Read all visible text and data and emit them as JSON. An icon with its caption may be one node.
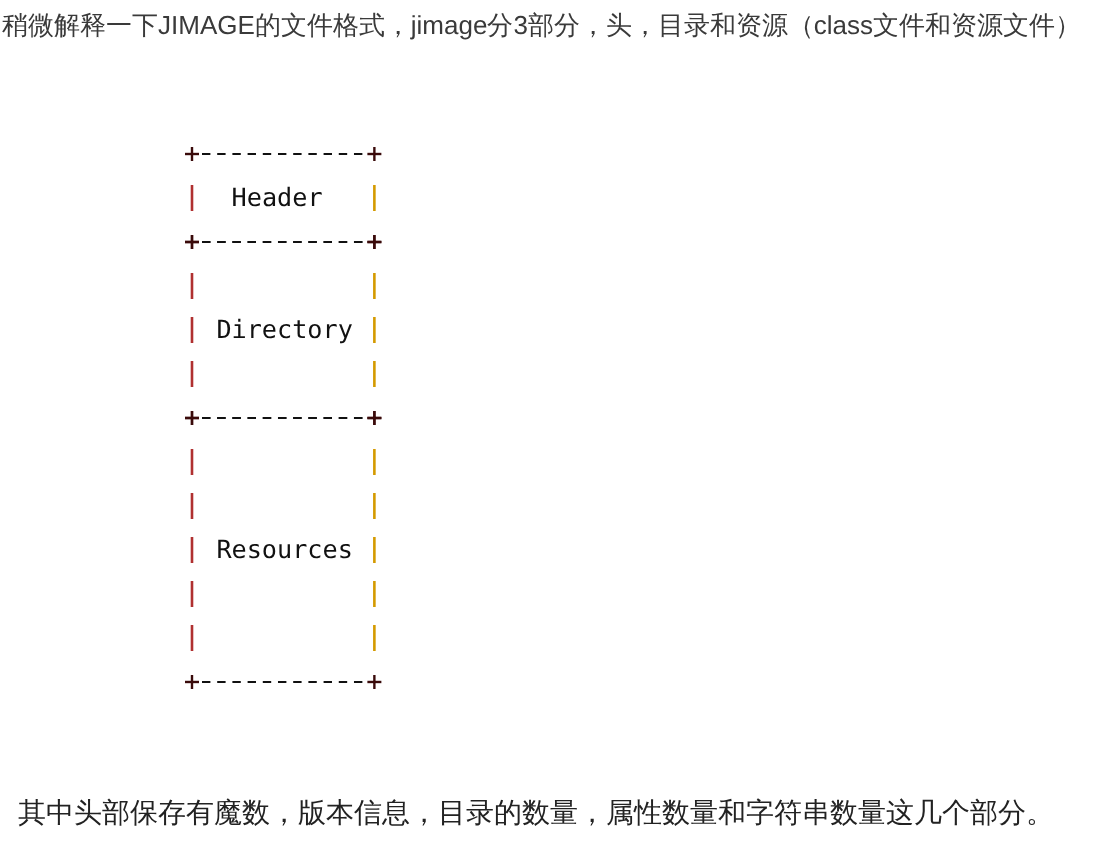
{
  "diagram": {
    "title": "稍微解释一下JIMAGE的文件格式，jimage分3部分，头，目录和资源（class文件和资源文件）",
    "nodes": [
      {
        "text": [
          "Header"
        ]
      },
      {
        "text": [
          "Directory"
        ]
      },
      {
        "text": [
          "Resources"
        ]
      }
    ],
    "caption": "其中头部保存有魔数，版本信息，目录的数量，属性数量和字符串数量这几个部分。"
  }
}
